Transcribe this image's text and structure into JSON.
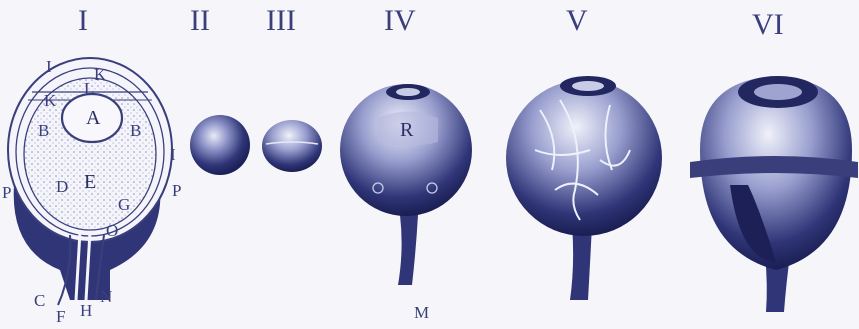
{
  "figures": [
    {
      "numeral": "I"
    },
    {
      "numeral": "II"
    },
    {
      "numeral": "III"
    },
    {
      "numeral": "IV"
    },
    {
      "numeral": "V"
    },
    {
      "numeral": "VI"
    }
  ],
  "fig1_labels": {
    "I": "I",
    "K_top": "K",
    "L": "L",
    "K_left": "K",
    "A": "A",
    "B_left": "B",
    "B_right": "B",
    "D": "D",
    "E": "E",
    "G": "G",
    "O": "O",
    "P_left": "P",
    "P_right": "P",
    "I_right": "I",
    "C": "C",
    "F": "F",
    "H": "H",
    "N": "N"
  },
  "fig4_labels": {
    "R": "R",
    "M": "M"
  },
  "colors": {
    "ink": "#2f3577",
    "paper": "#f6f6fa",
    "light": "#c9cce6"
  }
}
